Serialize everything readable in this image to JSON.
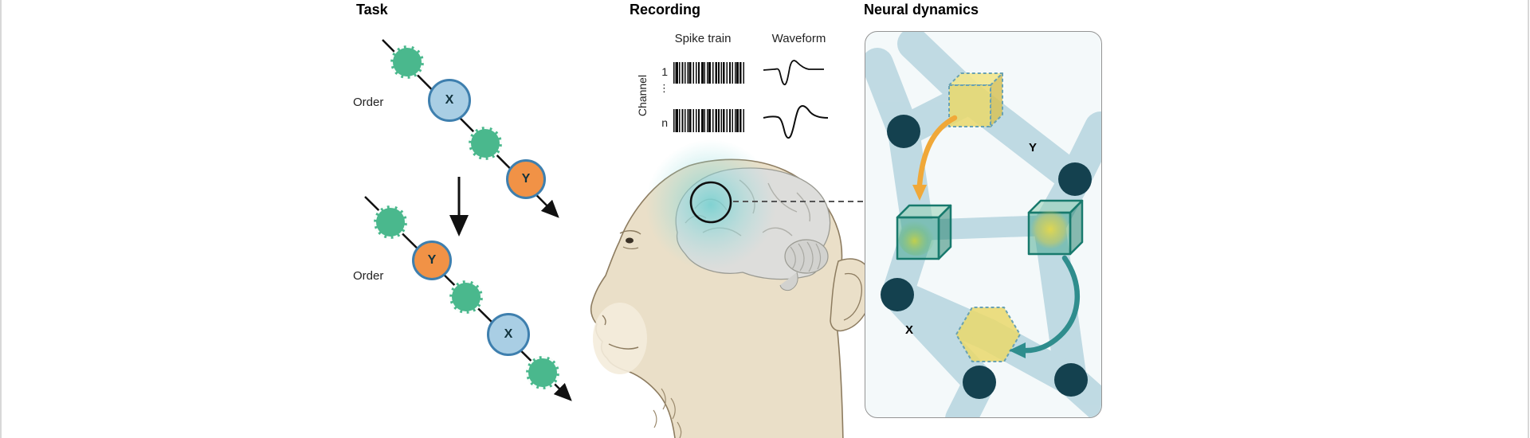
{
  "panels": {
    "task": {
      "title": "Task",
      "order_label_1": "Order",
      "order_label_2": "Order",
      "seq1": [
        {
          "kind": "green",
          "label": ""
        },
        {
          "kind": "blue",
          "label": "X"
        },
        {
          "kind": "green",
          "label": ""
        },
        {
          "kind": "orange",
          "label": "Y"
        }
      ],
      "seq2": [
        {
          "kind": "green",
          "label": ""
        },
        {
          "kind": "orange",
          "label": "Y"
        },
        {
          "kind": "green",
          "label": ""
        },
        {
          "kind": "blue",
          "label": "X"
        },
        {
          "kind": "green",
          "label": ""
        }
      ]
    },
    "recording": {
      "title": "Recording",
      "spike_train_label": "Spike train",
      "waveform_label": "Waveform",
      "channel_axis_label": "Channel",
      "channel_first": "1",
      "channel_dots": "⋮",
      "channel_last": "n"
    },
    "neural_dynamics": {
      "title": "Neural dynamics",
      "label_y": "Y",
      "label_x": "X"
    }
  },
  "colors": {
    "task_green": "#4ab88d",
    "task_blue_fill": "#a9cee4",
    "task_blue_border": "#3e7fae",
    "task_orange_fill": "#f19246",
    "neural_node": "#14414f",
    "neural_edge": "#bdd9e2",
    "arrow_orange": "#f0a838",
    "arrow_teal": "#2f8d8d",
    "glow_teal": "#69cfcf"
  }
}
